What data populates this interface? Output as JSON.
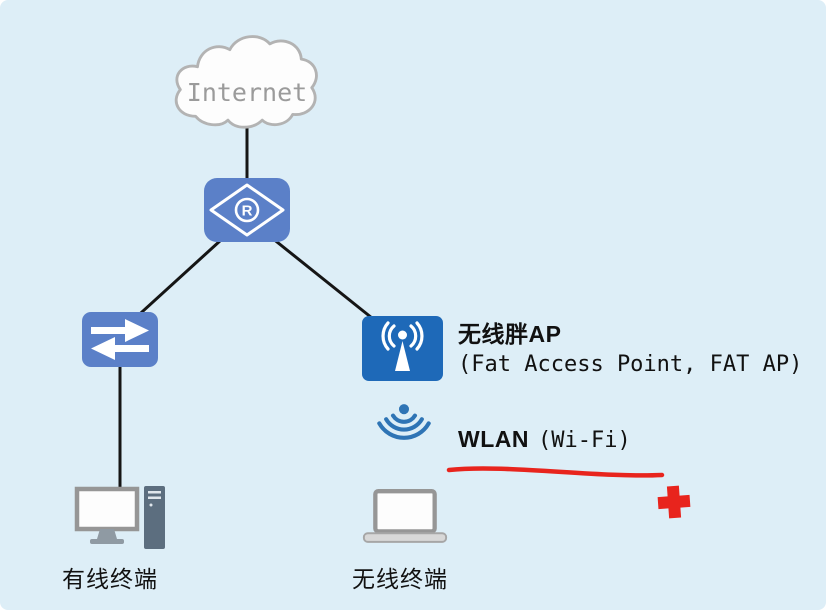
{
  "diagram": {
    "internet_label": "Internet",
    "router_glyph": "R",
    "ap_title": "无线胖AP",
    "ap_subtitle": "(Fat Access Point, FAT AP)",
    "wlan_label_bold": "WLAN",
    "wlan_label_rest": "(Wi-Fi)",
    "wired_terminal_label": "有线终端",
    "wireless_terminal_label": "无线终端"
  },
  "icons": {
    "cloud": "internet-cloud",
    "router": "router-icon",
    "switch": "switch-icon",
    "ap": "fat-ap-icon",
    "wifi": "wifi-signal-icon",
    "desktop": "desktop-computer-icon",
    "laptop": "laptop-icon",
    "cross": "red-cross-icon",
    "underline": "red-underline-annotation"
  },
  "colors": {
    "background": "#ddeef7",
    "node_blue": "#5b80c8",
    "ap_blue": "#1e69b8",
    "wifi_blue": "#2e74b5",
    "annotation_red": "#e8241d",
    "line_black": "#151515",
    "cloud_gray": "#b3b3b3",
    "text_gray": "#9b9b9b"
  }
}
